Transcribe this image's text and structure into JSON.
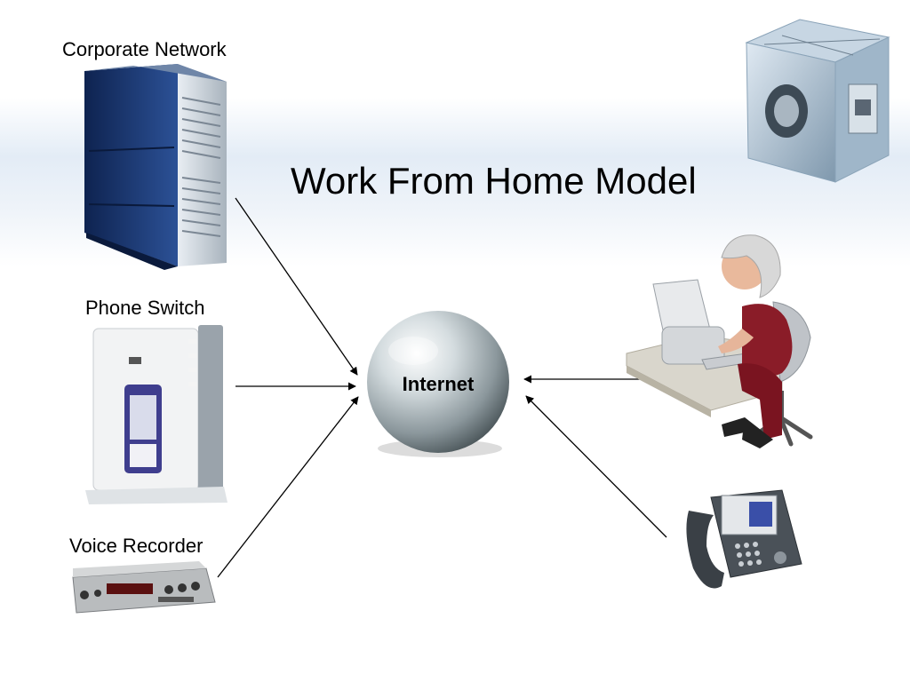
{
  "slide": {
    "title": "Work From Home Model"
  },
  "nodes": {
    "corporate_network": "Corporate Network",
    "phone_switch": "Phone Switch",
    "voice_recorder": "Voice Recorder",
    "internet": "Internet"
  },
  "colors": {
    "band": "#e3ecf6",
    "server_blue": "#1f3f7a",
    "globe": "#b9c4c8",
    "dress": "#8a1c28"
  },
  "icons": [
    "server-icon",
    "phone-adapter-icon",
    "voice-recorder-icon",
    "globe-icon",
    "home-worker-icon",
    "ip-phone-icon",
    "satellite-cube-icon"
  ]
}
